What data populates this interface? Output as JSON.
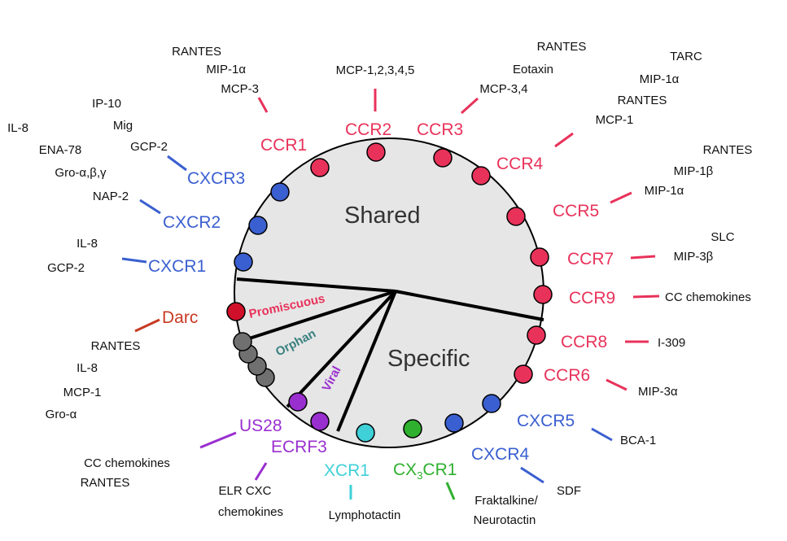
{
  "regions": {
    "shared": "Shared",
    "specific": "Specific",
    "promiscuous": "Promiscuous",
    "orphan": "Orphan",
    "viral": "Viral"
  },
  "colors": {
    "cc_receptor": "#e8325a",
    "cxc_receptor": "#3a5fd0",
    "duffy": "#c83a22",
    "viral": "#9a2fd0",
    "xcr1": "#3fd0d8",
    "cx3cr1": "#2fb02f",
    "orphan_circle": "#707070",
    "disc_fill": "#e6e6e6"
  },
  "receptors": {
    "ccr1": "CCR1",
    "ccr2": "CCR2",
    "ccr3": "CCR3",
    "ccr4": "CCR4",
    "ccr5": "CCR5",
    "ccr7": "CCR7",
    "ccr9": "CCR9",
    "ccr8": "CCR8",
    "ccr6": "CCR6",
    "cxcr5": "CXCR5",
    "cxcr4": "CXCR4",
    "cxcr3": "CXCR3",
    "cxcr2": "CXCR2",
    "cxcr1": "CXCR1",
    "darc": "Darc",
    "us28": "US28",
    "ecrf3": "ECRF3",
    "xcr1": "XCR1",
    "cx3cr1_pre": "CX",
    "cx3cr1_sub": "3",
    "cx3cr1_post": "CR1"
  },
  "ligands": {
    "ccr1": [
      "RANTES",
      "MIP-1α",
      "MCP-3"
    ],
    "ccr2": [
      "MCP-1,2,3,4,5"
    ],
    "ccr3": [
      "RANTES",
      "Eotaxin",
      "MCP-3,4"
    ],
    "ccr4": [
      "TARC",
      "MIP-1α",
      "RANTES",
      "MCP-1"
    ],
    "ccr5": [
      "RANTES",
      "MIP-1β",
      "MIP-1α"
    ],
    "ccr7": [
      "SLC",
      "MIP-3β"
    ],
    "ccr9": [
      "CC chemokines"
    ],
    "ccr8": [
      "I-309"
    ],
    "ccr6": [
      "MIP-3α"
    ],
    "cxcr5": [
      "BCA-1"
    ],
    "cxcr4": [
      "SDF"
    ],
    "cx3cr1": [
      "Fraktalkine/",
      "Neurotactin"
    ],
    "xcr1": [
      "Lymphotactin"
    ],
    "ecrf3": [
      "ELR CXC",
      "chemokines"
    ],
    "us28": [
      "CC chemokines",
      "RANTES"
    ],
    "darc": [
      "RANTES",
      "IL-8",
      "MCP-1",
      "Gro-α"
    ],
    "cxcr1": [
      "IL-8",
      "GCP-2"
    ],
    "cxcr2": [
      "NAP-2"
    ],
    "cxcr3_left": [
      "IL-8",
      "ENA-78",
      "Gro-α,β,γ"
    ],
    "cxcr3_right": [
      "IP-10",
      "Mig",
      "GCP-2"
    ]
  }
}
